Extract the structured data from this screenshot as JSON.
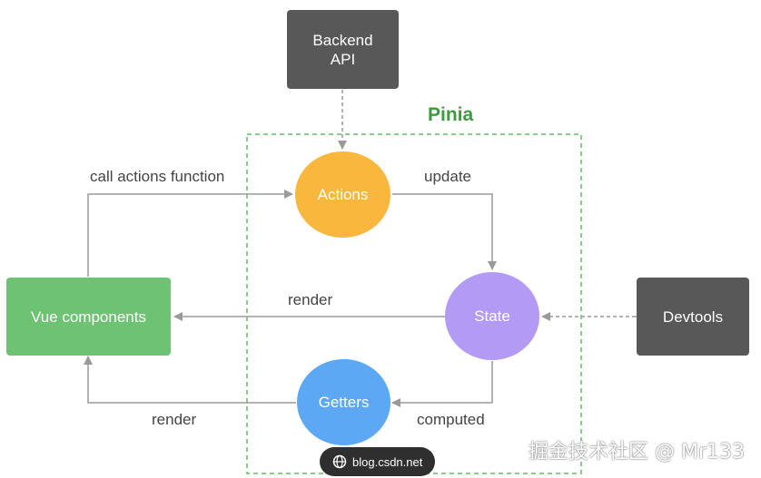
{
  "title": "Pinia",
  "nodes": {
    "backend": {
      "line1": "Backend",
      "line2": "API",
      "color": "#585858"
    },
    "vue": {
      "label": "Vue components",
      "color": "#6ec273"
    },
    "devtools": {
      "label": "Devtools",
      "color": "#585858"
    },
    "actions": {
      "label": "Actions",
      "color": "#f9b73e"
    },
    "state": {
      "label": "State",
      "color": "#b39af5"
    },
    "getters": {
      "label": "Getters",
      "color": "#5da8f5"
    }
  },
  "edges": {
    "call_actions": "call actions function",
    "update": "update",
    "render_state": "render",
    "computed": "computed",
    "render_getters": "render"
  },
  "colors": {
    "pinia_border": "#66bb66",
    "arrow": "#9a9a9a"
  },
  "badge": {
    "text": "blog.csdn.net",
    "icon": "globe-icon"
  },
  "watermark": "掘金技术社区 @ Mr133"
}
